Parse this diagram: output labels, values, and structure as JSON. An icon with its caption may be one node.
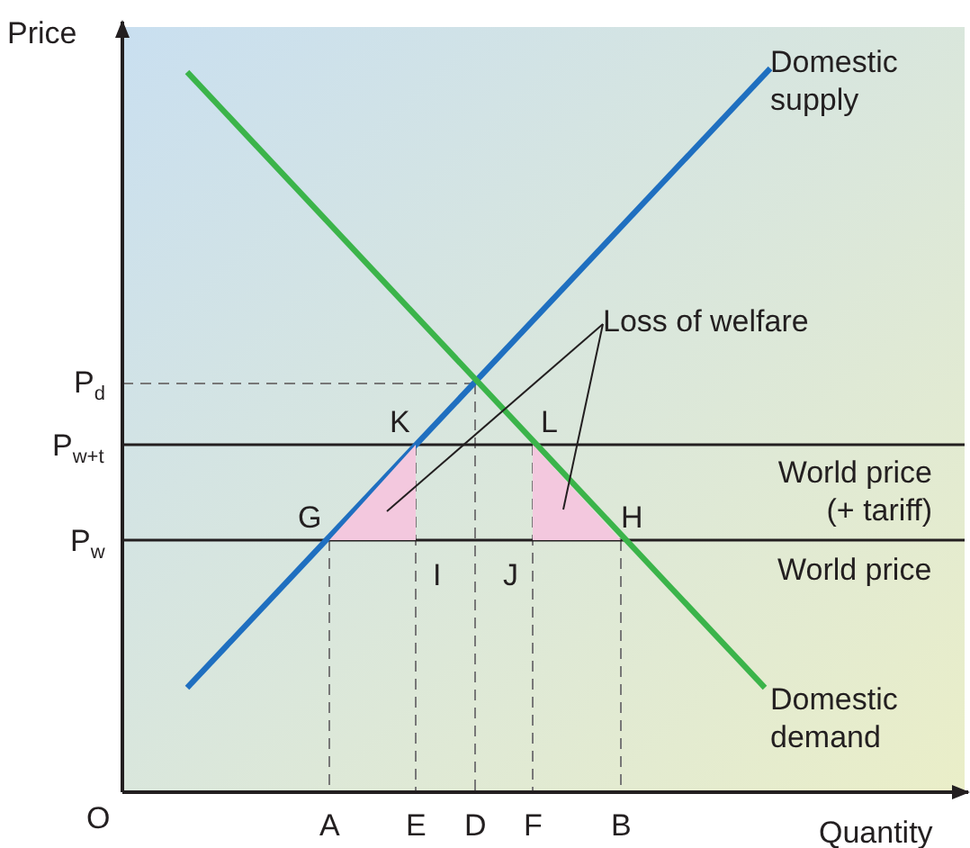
{
  "diagram": {
    "nodes": [
      {
        "text": [
          "Loss of welfare"
        ]
      },
      {
        "text": [],
        "shape": "triangle"
      },
      {
        "text": [],
        "shape": "triangle"
      }
    ],
    "edges": [
      {
        "from": 0,
        "to": 1,
        "arrow": "none"
      },
      {
        "from": 0,
        "to": 2,
        "arrow": "none"
      }
    ],
    "labels": [
      "Price",
      "P$_{d}$",
      "P$_{w+t}$",
      "P$_{w}$",
      "O",
      "A",
      "E",
      "D",
      "F",
      "B",
      "Quantity",
      "Domestic supply",
      "K",
      "L",
      "G",
      "H",
      "I",
      "J",
      "World price (+ tariff)",
      "World price",
      "Domestic demand"
    ]
  }
}
